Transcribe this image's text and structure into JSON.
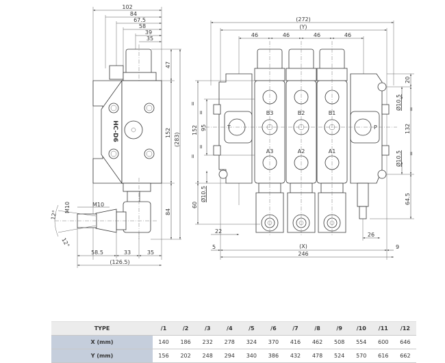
{
  "side_view": {
    "top_dims": [
      "102",
      "84",
      "67.5",
      "58",
      "39",
      "35"
    ],
    "right_dims": [
      "47",
      "152",
      "(283)",
      "84"
    ],
    "bottom_dims": [
      "58.5",
      "33",
      "35",
      "(126.5)"
    ],
    "thread_labels": [
      "M10",
      "M10"
    ],
    "angles": [
      "12°",
      "12°"
    ],
    "body_marking": "HC-D6"
  },
  "front_view": {
    "top_dims": [
      "(272)",
      "(Y)",
      "46",
      "46",
      "46",
      "46"
    ],
    "left_dims": [
      "152",
      "95",
      "Ø10.5",
      "60",
      "=",
      "=",
      "=",
      "="
    ],
    "right_dims": [
      "20",
      "Ø10.5",
      "132",
      "Ø10.5",
      "64.5",
      "=",
      "="
    ],
    "bottom_dims": [
      "22",
      "5",
      "(X)",
      "246",
      "26",
      "9"
    ],
    "port_labels": {
      "tank": "T",
      "pressure": "P",
      "b_ports": [
        "B3",
        "B2",
        "B1"
      ],
      "a_ports": [
        "A3",
        "A2",
        "A1"
      ]
    }
  },
  "table": {
    "header_label": "TYPE",
    "types": [
      "/1",
      "/2",
      "/3",
      "/4",
      "/5",
      "/6",
      "/7",
      "/8",
      "/9",
      "/10",
      "/11",
      "/12"
    ],
    "rows": [
      {
        "label": "X (mm)",
        "values": [
          "140",
          "186",
          "232",
          "278",
          "324",
          "370",
          "416",
          "462",
          "508",
          "554",
          "600",
          "646"
        ]
      },
      {
        "label": "Y (mm)",
        "values": [
          "156",
          "202",
          "248",
          "294",
          "340",
          "386",
          "432",
          "478",
          "524",
          "570",
          "616",
          "662"
        ]
      }
    ]
  }
}
